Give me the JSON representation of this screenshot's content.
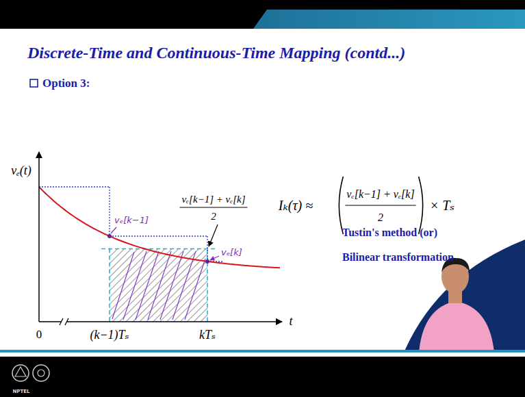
{
  "diagram": {
    "title": "Discrete-Time and Continuous-Time Mapping (contd...)",
    "labels": [
      "Option 3:",
      "vₑ(t)",
      "0",
      "(k−1)Tₛ",
      "kTₛ",
      "t",
      "vₑ[k−1]",
      "vₑ[k]",
      "vₑ[k−1] + vₑ[k]",
      "2",
      "Iₖ(τ) ≈",
      "vₑ[k−1] + vₑ[k]",
      "2",
      "× Tₛ",
      "Tustin's method (or)",
      "Bilinear transformation",
      "NPTEL"
    ]
  }
}
